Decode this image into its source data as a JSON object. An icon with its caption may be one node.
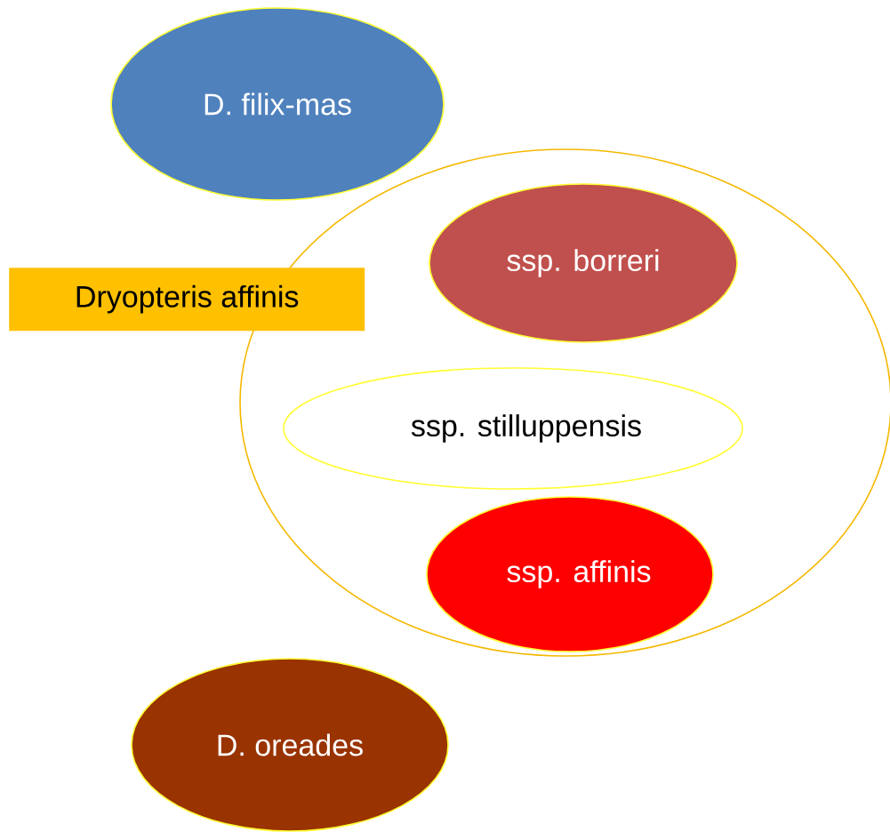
{
  "diagram": {
    "nodes": [
      {
        "text": [
          "D. filix-mas"
        ]
      },
      {
        "text": [
          "Dryopteris affinis"
        ]
      },
      {
        "text": [
          "ssp. borreri"
        ],
        "in": 1
      },
      {
        "text": [
          "ssp. stilluppensis"
        ],
        "in": 1
      },
      {
        "text": [
          "ssp. affinis"
        ],
        "in": 1
      },
      {
        "text": [
          "D. oreades"
        ]
      }
    ]
  }
}
